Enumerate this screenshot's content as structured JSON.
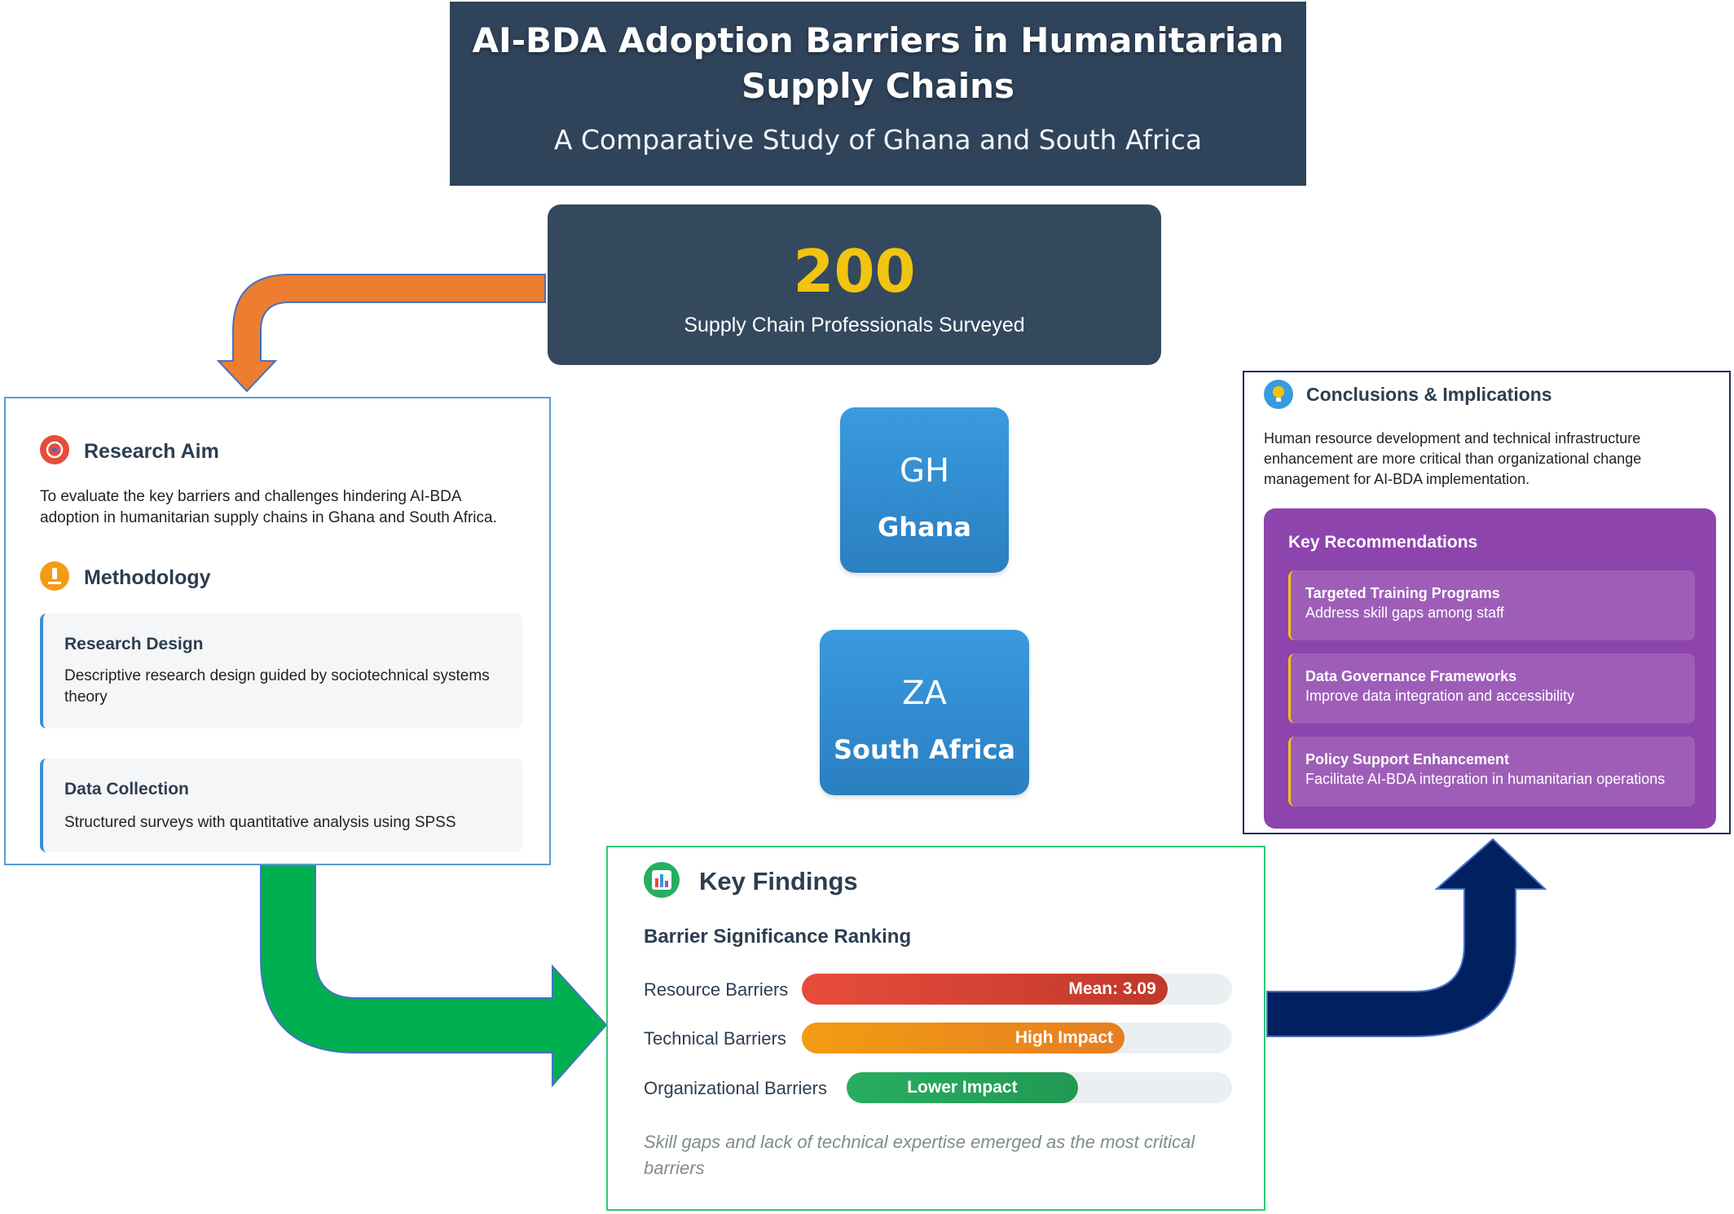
{
  "title": {
    "line1": "AI-BDA Adoption Barriers in Humanitarian",
    "line2": "Supply Chains",
    "subtitle": "A Comparative Study of Ghana and South Africa"
  },
  "survey": {
    "number": "200",
    "label": "Supply Chain Professionals Surveyed"
  },
  "countries": [
    {
      "code": "GH",
      "name": "Ghana"
    },
    {
      "code": "ZA",
      "name": "South Africa"
    }
  ],
  "left_panel": {
    "aim_title": "Research Aim",
    "aim_text_1": "To evaluate the key barriers and challenges hindering AI-BDA",
    "aim_text_2": "adoption in humanitarian supply chains in Ghana and South Africa.",
    "method_title": "Methodology",
    "design_title": "Research Design",
    "design_text_1": "Descriptive research design guided by sociotechnical systems",
    "design_text_2": "theory",
    "collection_title": "Data Collection",
    "collection_text": "Structured surveys with quantitative analysis using SPSS"
  },
  "findings": {
    "title": "Key Findings",
    "subtitle": "Barrier Significance Ranking",
    "bars": [
      {
        "label": "Resource Barriers",
        "tag": "Mean: 3.09",
        "fill": 0.85
      },
      {
        "label": "Technical Barriers",
        "tag": "High Impact",
        "fill": 0.75
      },
      {
        "label": "Organizational Barriers",
        "tag": "Lower Impact",
        "fill": 0.6
      }
    ],
    "note_1": "Skill gaps and lack of technical expertise emerged as the most critical",
    "note_2": "barriers"
  },
  "conclusions": {
    "title": "Conclusions & Implications",
    "text_1": "Human resource development and technical infrastructure",
    "text_2": "enhancement are more critical than organizational change",
    "text_3": "management for AI-BDA implementation.",
    "rec_title": "Key Recommendations",
    "recommendations": [
      {
        "title": "Targeted Training Programs",
        "desc": "Address skill gaps among staff"
      },
      {
        "title": "Data Governance Frameworks",
        "desc": "Improve data integration and accessibility"
      },
      {
        "title": "Policy Support Enhancement",
        "desc": "Facilitate AI-BDA integration in humanitarian operations"
      }
    ]
  },
  "colors": {
    "header": "#2f435a",
    "gold": "#f1c40f",
    "orange_arrow": "#ed7d31",
    "green_arrow": "#00b050",
    "navy_arrow": "#002060",
    "purple": "#8e44ad"
  }
}
